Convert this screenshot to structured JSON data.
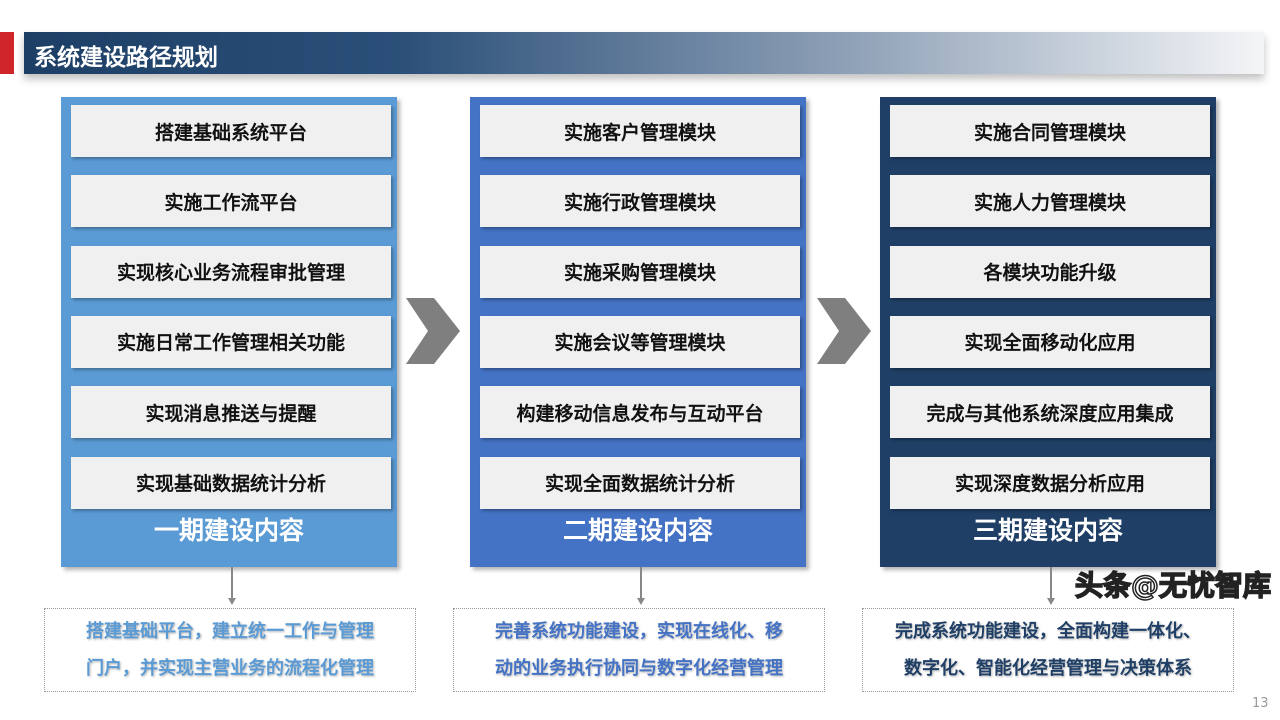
{
  "header": {
    "title": "系统建设路径规划"
  },
  "colors": {
    "phase1": "#5b9bd5",
    "phase2": "#4472c4",
    "phase3": "#1f3f66",
    "accent": "#d0262b"
  },
  "phases": [
    {
      "title": "一期建设内容",
      "items": [
        "搭建基础系统平台",
        "实施工作流平台",
        "实现核心业务流程审批管理",
        "实施日常工作管理相关功能",
        "实现消息推送与提醒",
        "实现基础数据统计分析"
      ],
      "summary": [
        "搭建基础平台，建立统一工作与管理",
        "门户，并实现主营业务的流程化管理"
      ]
    },
    {
      "title": "二期建设内容",
      "items": [
        "实施客户管理模块",
        "实施行政管理模块",
        "实施采购管理模块",
        "实施会议等管理模块",
        "构建移动信息发布与互动平台",
        "实现全面数据统计分析"
      ],
      "summary": [
        "完善系统功能建设，实现在线化、移",
        "动的业务执行协同与数字化经营管理"
      ]
    },
    {
      "title": "三期建设内容",
      "items": [
        "实施合同管理模块",
        "实施人力管理模块",
        "各模块功能升级",
        "实现全面移动化应用",
        "完成与其他系统深度应用集成",
        "实现深度数据分析应用"
      ],
      "summary": [
        "完成系统功能建设，全面构建一体化、",
        "数字化、智能化经营管理与决策体系"
      ]
    }
  ],
  "watermark": "头条@无忧智库",
  "page_number": "13"
}
